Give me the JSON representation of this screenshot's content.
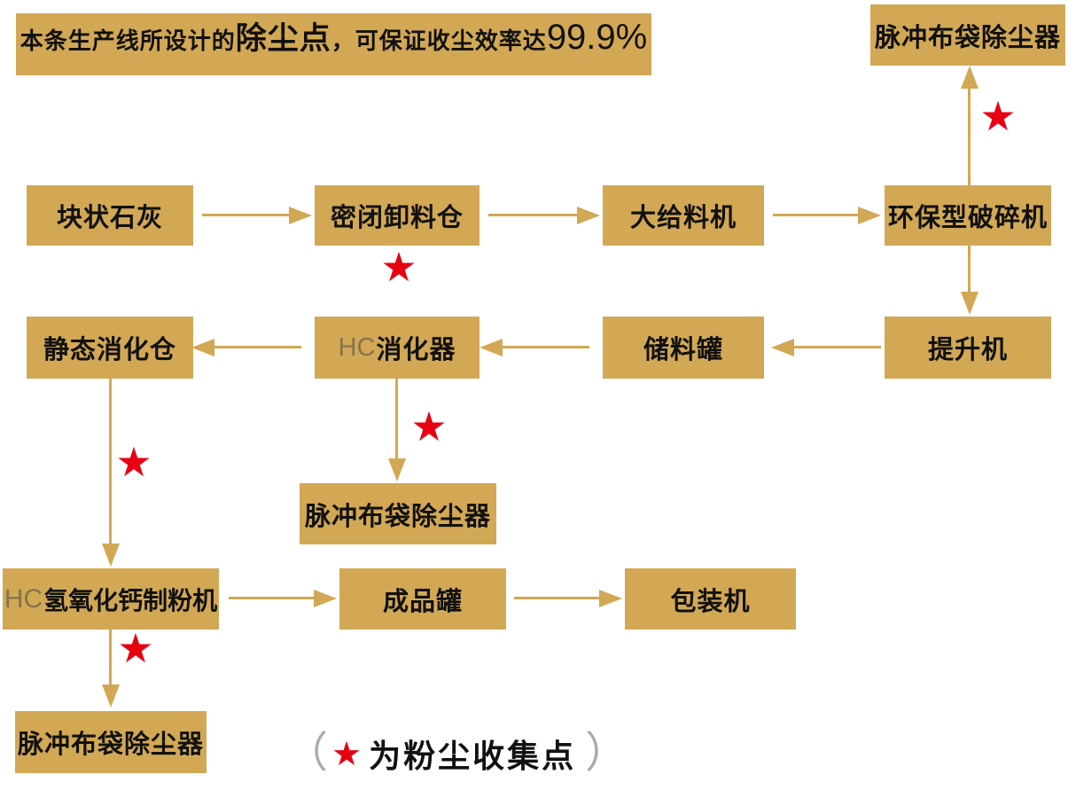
{
  "title_banner": {
    "prefix": "本条生产线所设计的",
    "highlight": "除尘点",
    "middle": "，可保证收尘效率达",
    "efficiency": "99.9%"
  },
  "nodes": {
    "collector_top": "脉冲布袋除尘器",
    "lime": "块状石灰",
    "hopper": "密闭卸料仓",
    "feeder": "大给料机",
    "crusher": "环保型破碎机",
    "silo": "静态消化仓",
    "digester": {
      "prefix": "HC",
      "label": "消化器"
    },
    "storage": "储料罐",
    "elevator": "提升机",
    "collector_mid": "脉冲布袋除尘器",
    "mill": {
      "prefix": "HC",
      "label": "氢氧化钙制粉机"
    },
    "product_tank": "成品罐",
    "packer": "包装机",
    "collector_bottom": "脉冲布袋除尘器"
  },
  "edges": [
    {
      "from": "lime",
      "to": "hopper"
    },
    {
      "from": "hopper",
      "to": "feeder"
    },
    {
      "from": "feeder",
      "to": "crusher"
    },
    {
      "from": "crusher",
      "to": "collector_top"
    },
    {
      "from": "crusher",
      "to": "elevator"
    },
    {
      "from": "elevator",
      "to": "storage"
    },
    {
      "from": "storage",
      "to": "digester"
    },
    {
      "from": "digester",
      "to": "silo"
    },
    {
      "from": "digester",
      "to": "collector_mid"
    },
    {
      "from": "silo",
      "to": "mill"
    },
    {
      "from": "mill",
      "to": "collector_bottom"
    },
    {
      "from": "mill",
      "to": "product_tank"
    },
    {
      "from": "product_tank",
      "to": "packer"
    }
  ],
  "markers": {
    "glyph": "★",
    "count": 5
  },
  "legend": {
    "paren_open": "（",
    "star": "★",
    "text": "为粉尘收集点",
    "paren_close": "）"
  },
  "colors": {
    "gold": "#d2a855",
    "star_red": "#e60012",
    "text": "#111111",
    "hc_prefix": "#84744a"
  }
}
